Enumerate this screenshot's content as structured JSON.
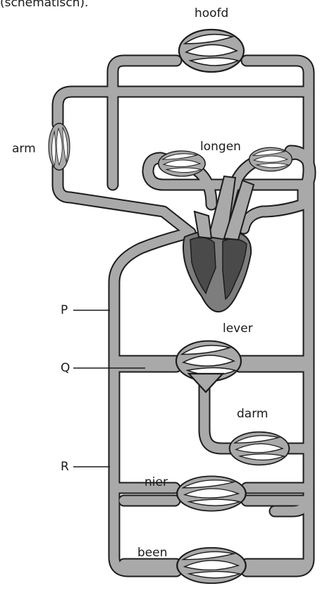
{
  "caption": "(schematisch).",
  "labels": {
    "hoofd": "hoofd",
    "arm": "arm",
    "longen": "longen",
    "lever": "lever",
    "darm": "darm",
    "nier": "nier",
    "been": "been",
    "P": "P",
    "Q": "Q",
    "R": "R"
  },
  "colors": {
    "vessel_fill": "#a9a9a9",
    "heart_fill": "#7d7d7d",
    "outline": "#1c1c1c"
  }
}
